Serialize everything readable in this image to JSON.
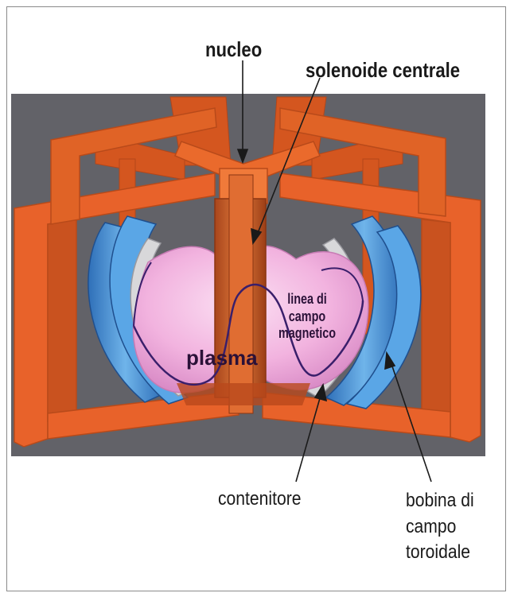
{
  "labels": {
    "nucleo": "nucleo",
    "solenoide": "solenoide centrale",
    "linea": "linea di\ncampo\nmagnetico",
    "plasma": "plasma",
    "contenitore": "contenitore",
    "bobina": "bobina di\ncampo\ntoroidale"
  },
  "colors": {
    "background": "#5e5e64",
    "frame_orange": "#e8622a",
    "coil_blue": "#3f8fd6",
    "container_gray": "#d8d8da",
    "plasma_pink": "#f2b3df",
    "field_line": "#3a1f6b",
    "label_text": "#1a1a1a"
  }
}
